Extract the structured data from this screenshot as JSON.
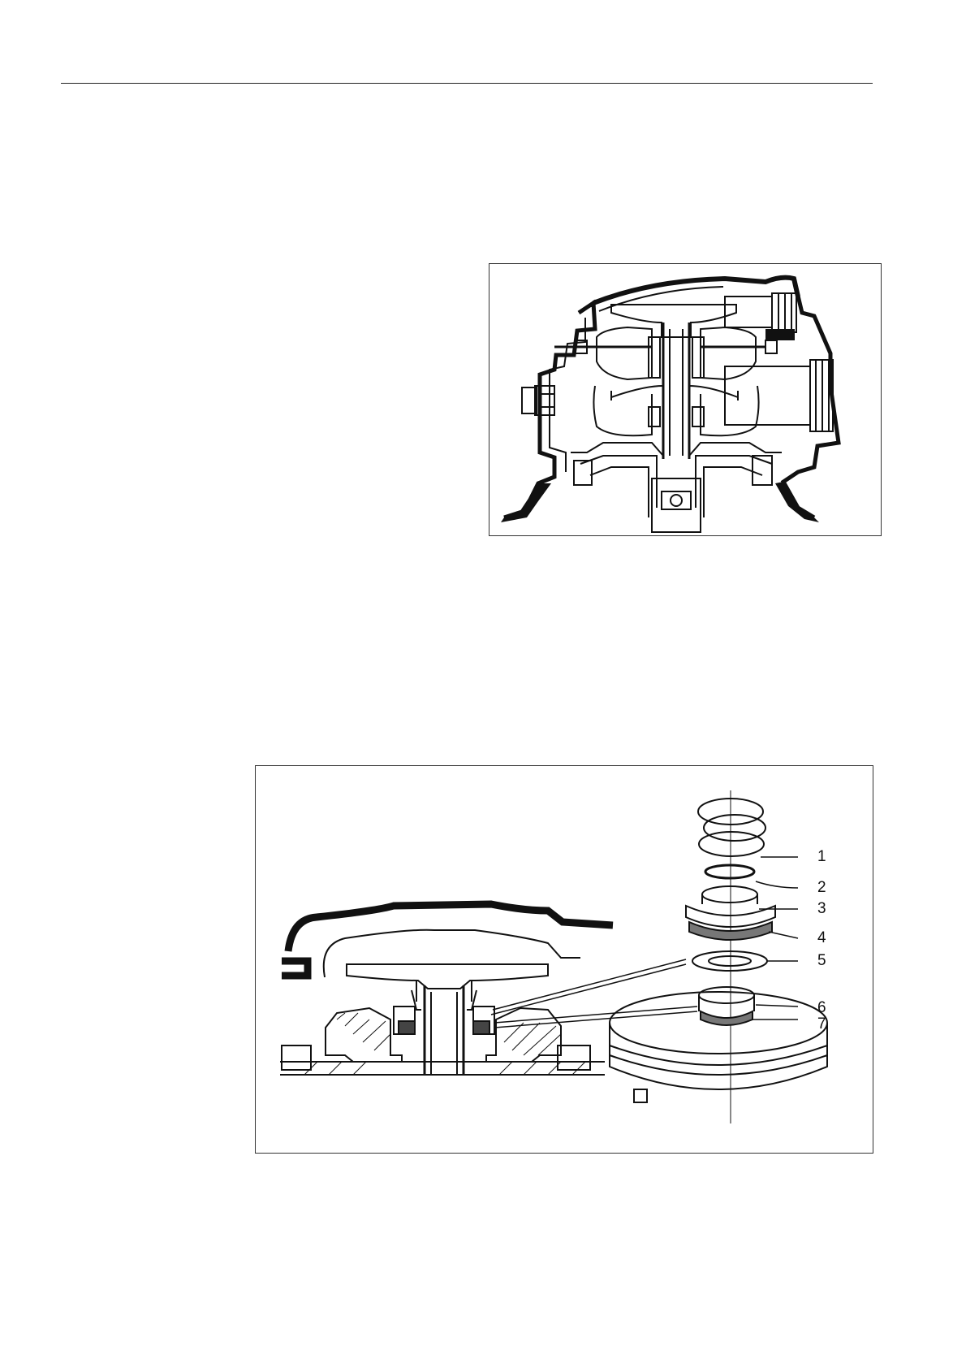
{
  "figure2": {
    "callouts": [
      "1",
      "2",
      "3",
      "4",
      "5",
      "6",
      "7"
    ]
  }
}
